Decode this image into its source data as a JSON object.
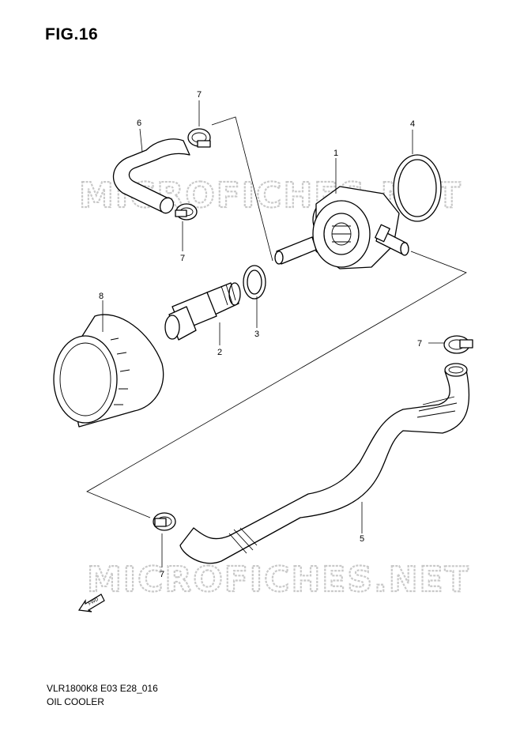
{
  "figure": {
    "title": "FIG.16",
    "code": "VLR1800K8 E03 E28_016",
    "description": "OIL COOLER"
  },
  "watermark": "MICROFICHES.NET",
  "fwd_label": "FWD",
  "callouts": {
    "c1": "1",
    "c2": "2",
    "c3": "3",
    "c4": "4",
    "c5": "5",
    "c6": "6",
    "c7a": "7",
    "c7b": "7",
    "c7c": "7",
    "c7d": "7",
    "c8": "8"
  }
}
